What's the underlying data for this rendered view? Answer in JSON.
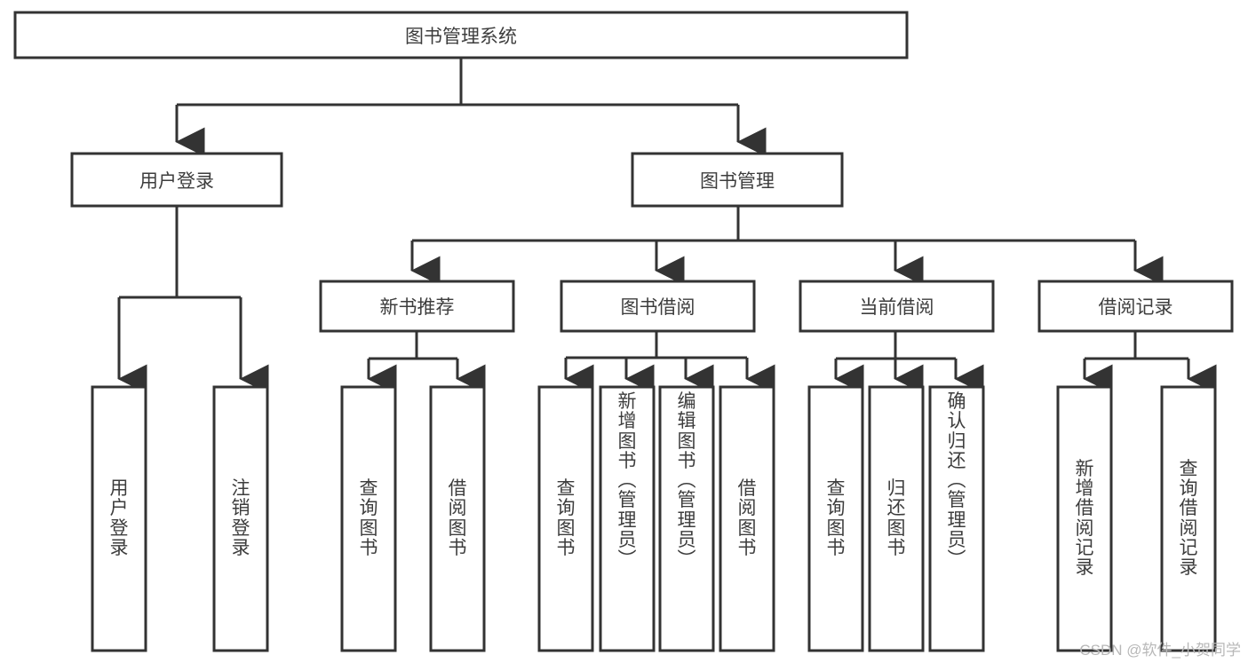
{
  "diagram": {
    "type": "tree-hierarchy",
    "title": "图书管理系统",
    "orientation": "top-down",
    "colors": {
      "background": "#ffffff",
      "box_fill": "#ffffff",
      "box_stroke": "#333333",
      "text": "#3d3d3d",
      "watermark": "#b8b8b8"
    },
    "root": {
      "label": "图书管理系统",
      "children": [
        {
          "label": "用户登录",
          "children": [
            {
              "label": "用户登录",
              "orientation": "vertical"
            },
            {
              "label": "注销登录",
              "orientation": "vertical"
            }
          ]
        },
        {
          "label": "图书管理",
          "children": [
            {
              "label": "新书推荐",
              "children": [
                {
                  "label": "查询图书",
                  "orientation": "vertical"
                },
                {
                  "label": "借阅图书",
                  "orientation": "vertical"
                }
              ]
            },
            {
              "label": "图书借阅",
              "children": [
                {
                  "label": "查询图书",
                  "orientation": "vertical"
                },
                {
                  "label": "新增图书（管理员）",
                  "orientation": "vertical"
                },
                {
                  "label": "编辑图书（管理员）",
                  "orientation": "vertical"
                },
                {
                  "label": "借阅图书",
                  "orientation": "vertical"
                }
              ]
            },
            {
              "label": "当前借阅",
              "children": [
                {
                  "label": "查询图书",
                  "orientation": "vertical"
                },
                {
                  "label": "归还图书",
                  "orientation": "vertical"
                },
                {
                  "label": "确认归还（管理员）",
                  "orientation": "vertical"
                }
              ]
            },
            {
              "label": "借阅记录",
              "children": [
                {
                  "label": "新增借阅记录",
                  "orientation": "vertical"
                },
                {
                  "label": "查询借阅记录",
                  "orientation": "vertical"
                }
              ]
            }
          ]
        }
      ]
    },
    "nodes": {
      "root_title": "图书管理系统",
      "tier2": {
        "user_login": "用户登录",
        "book_manage": "图书管理"
      },
      "tier3": {
        "new_book_recommend": "新书推荐",
        "book_borrow": "图书借阅",
        "current_borrow": "当前借阅",
        "borrow_record": "借阅记录"
      },
      "leaves": {
        "user_login_leaf": "用户登录",
        "logout_leaf": "注销登录",
        "rec_query_book": "查询图书",
        "rec_borrow_book": "借阅图书",
        "bb_query_book": "查询图书",
        "bb_add_book": "新增图书（管理员）",
        "bb_edit_book": "编辑图书（管理员）",
        "bb_borrow_book": "借阅图书",
        "cb_query_book": "查询图书",
        "cb_return_book": "归还图书",
        "cb_confirm_return": "确认归还（管理员）",
        "br_add_record": "新增借阅记录",
        "br_query_record": "查询借阅记录"
      }
    }
  },
  "watermark": {
    "text": "CSDN @软件_小贺同学"
  }
}
